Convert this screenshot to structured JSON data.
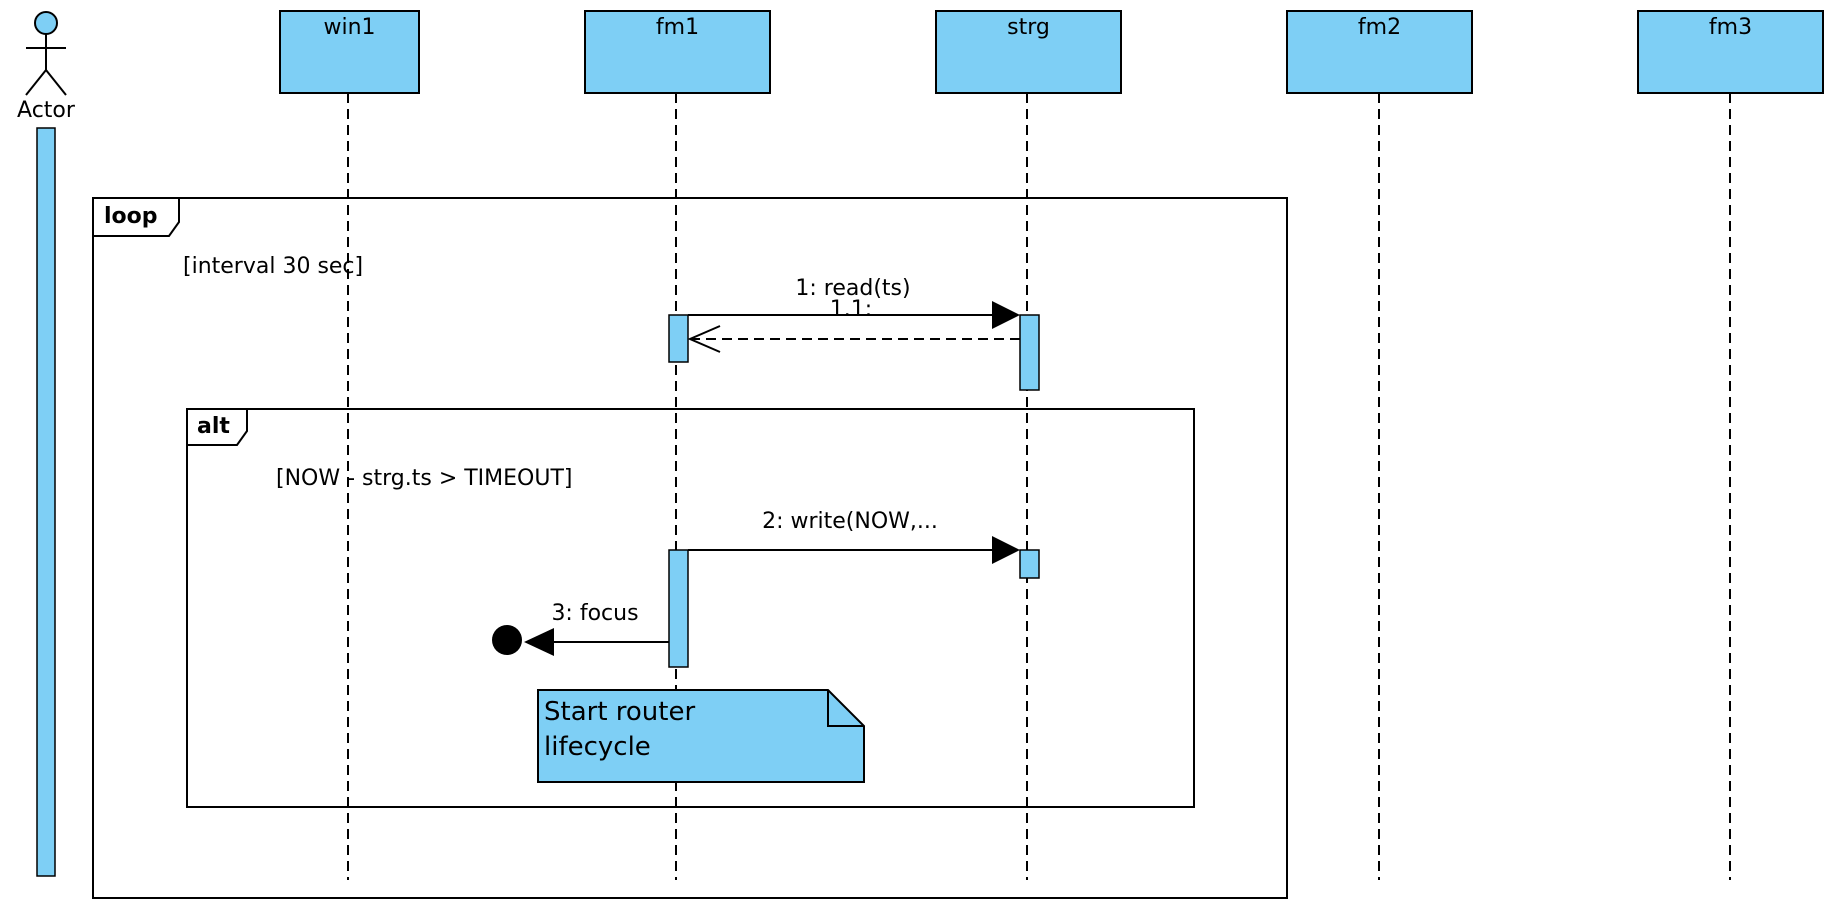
{
  "actor": {
    "label": "Actor"
  },
  "lifelines": [
    {
      "id": "win1",
      "label": "win1"
    },
    {
      "id": "fm1",
      "label": "fm1"
    },
    {
      "id": "strg",
      "label": "strg"
    },
    {
      "id": "fm2",
      "label": "fm2"
    },
    {
      "id": "fm3",
      "label": "fm3"
    }
  ],
  "frames": {
    "loop": {
      "tag": "loop",
      "guard": "[interval 30 sec]"
    },
    "alt": {
      "tag": "alt",
      "guard": "[NOW - strg.ts > TIMEOUT]"
    }
  },
  "messages": {
    "m1": "1: read(ts)",
    "m1_1": "1.1:",
    "m2": "2: write(NOW,...",
    "m3": "3: focus"
  },
  "note": {
    "line1": "Start router",
    "line2": "lifecycle"
  },
  "colors": {
    "fill": "#7ecff5",
    "stroke": "#000000",
    "background": "#ffffff"
  }
}
